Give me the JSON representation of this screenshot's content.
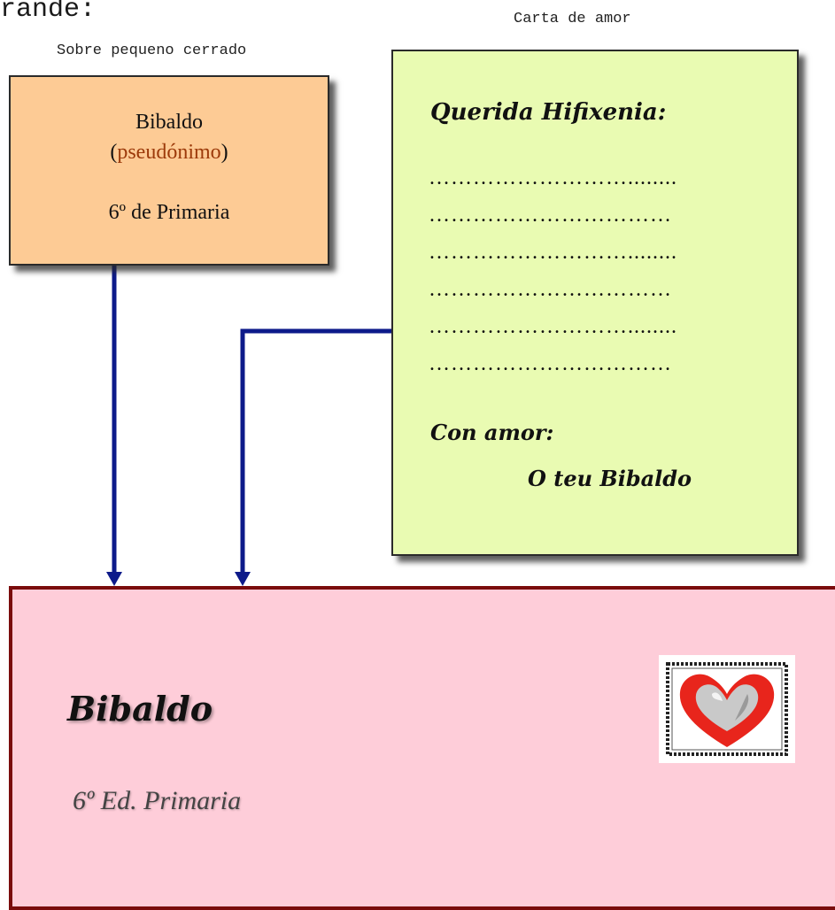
{
  "header": {
    "title_fragment": "rande:"
  },
  "small_envelope": {
    "caption": "Sobre pequeno cerrado",
    "name": "Bibaldo",
    "paren_open": "(",
    "pseudonym": "pseudónimo",
    "paren_close": ")",
    "grade": "6º de Primaria"
  },
  "love_letter": {
    "caption": "Carta de amor",
    "greeting": "Querida  Hifixenia:",
    "dot_lines": [
      "………………………........",
      "……………………………",
      "………………………........",
      "……………………………",
      "………………………........",
      "……………………………"
    ],
    "closing": "Con amor:",
    "signature": "O teu Bibaldo"
  },
  "big_envelope": {
    "name": "Bibaldo",
    "course": "6º Ed. Primaria",
    "stamp_icon": "heart-stamp-icon"
  },
  "colors": {
    "small_envelope_fill": "#fdcb95",
    "letter_fill": "#e9fbb2",
    "big_envelope_fill": "#fecdd9",
    "big_envelope_border": "#7a0c0c",
    "arrow_color": "#0d1a8a",
    "pseudonym_color": "#9c3a0a",
    "heart_red": "#e8251c"
  }
}
